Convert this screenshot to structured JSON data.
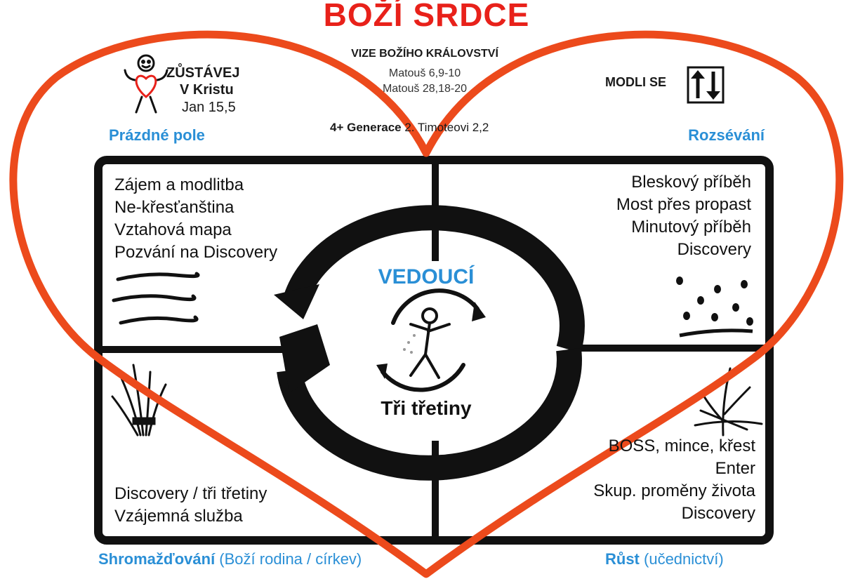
{
  "title": "BOŽÍ SRDCE",
  "vision": {
    "heading": "VIZE BOŽÍHO KRÁLOVSTVÍ",
    "refs": [
      "Matouš 6,9-10",
      "Matouš 28,18-20"
    ]
  },
  "abide": {
    "line1": "ZŮSTÁVEJ",
    "line2": "V Kristu",
    "line3": "Jan 15,5"
  },
  "pray": {
    "label": "MODLI SE"
  },
  "generations": {
    "bold": "4+ Generace",
    "ref": " 2. Timoteovi 2,2"
  },
  "corners": {
    "top_left": "Prázdné pole",
    "top_right": "Rozsévání",
    "bottom_left_bold": "Shromažďování",
    "bottom_left_rest": " (Boží rodina / církev)",
    "bottom_right_bold": "Růst",
    "bottom_right_rest": " (učednictví)"
  },
  "quadrants": {
    "top_left": [
      "Zájem a modlitba",
      "Ne-křesťanština",
      "Vztahová mapa",
      "Pozvání na Discovery"
    ],
    "top_right": [
      "Bleskový příběh",
      "Most přes propast",
      "Minutový příběh",
      "Discovery"
    ],
    "bottom_left": [
      "Discovery / tři třetiny",
      "Vzájemná služba"
    ],
    "bottom_right": [
      "BOSS, mince, křest",
      "Enter",
      "Skup. proměny života",
      "Discovery"
    ]
  },
  "center": {
    "top_label": "VEDOUCÍ",
    "bottom_label": "Tři třetiny"
  },
  "colors": {
    "heart": "#ec4a1c",
    "accent_blue": "#2a8fd6",
    "title_red": "#e8211a"
  },
  "icons": [
    "stick-figure-heart-icon",
    "up-down-arrows-icon",
    "field-lines-icon",
    "seeds-icon",
    "wheat-bundle-icon",
    "sprout-icon",
    "sower-icon",
    "cycle-arrows-icon"
  ]
}
